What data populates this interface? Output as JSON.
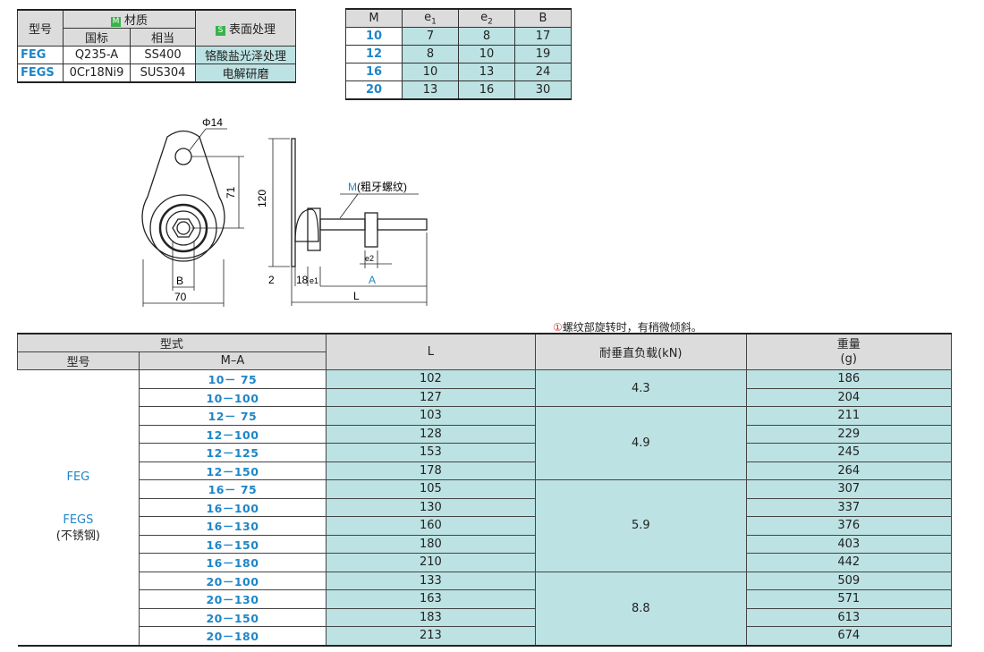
{
  "material_table": {
    "header_model": "型号",
    "header_material_badge": "M",
    "header_material": "材质",
    "header_surface_badge": "S",
    "header_surface": "表面处理",
    "sub_national": "国标",
    "sub_equiv": "相当",
    "rows": [
      {
        "model": "FEG",
        "national": "Q235-A",
        "equiv": "SS400",
        "surface": "铬酸盐光泽处理"
      },
      {
        "model": "FEGS",
        "national": "0Cr18Ni9",
        "equiv": "SUS304",
        "surface": "电解研磨"
      }
    ]
  },
  "dims_table": {
    "headers": {
      "m": "M",
      "e1": "e",
      "e1_sub": "1",
      "e2": "e",
      "e2_sub": "2",
      "b": "B"
    },
    "rows": [
      {
        "m": "10",
        "e1": "7",
        "e2": "8",
        "b": "17"
      },
      {
        "m": "12",
        "e1": "8",
        "e2": "10",
        "b": "19"
      },
      {
        "m": "16",
        "e1": "10",
        "e2": "13",
        "b": "24"
      },
      {
        "m": "20",
        "e1": "13",
        "e2": "16",
        "b": "30"
      }
    ]
  },
  "drawing": {
    "phi": "Φ14",
    "dim_71": "71",
    "dim_120": "120",
    "dim_b": "B",
    "dim_70": "70",
    "thread_label_m": "M",
    "thread_label_rest": "(粗牙螺纹)",
    "dim_2": "2",
    "dim_18": "18",
    "dim_e1": "e1",
    "dim_e2": "e2",
    "dim_a": "A",
    "dim_l": "L"
  },
  "note": {
    "icon": "①",
    "text": "螺纹部旋转时，有稍微倾斜。"
  },
  "main_table": {
    "header_type": "型式",
    "header_model": "型号",
    "header_ma": "M–A",
    "header_l": "L",
    "header_load": "耐垂直负载(kN)",
    "header_weight": "重量",
    "header_weight_unit": "(g)",
    "model_feg": "FEG",
    "model_fegs": "FEGS",
    "model_fegs_note": "(不锈钢)",
    "rows": [
      {
        "ma": "10－ 75",
        "l": "102",
        "w": "186"
      },
      {
        "ma": "10－100",
        "l": "127",
        "w": "204"
      },
      {
        "ma": "12－ 75",
        "l": "103",
        "w": "211"
      },
      {
        "ma": "12－100",
        "l": "128",
        "w": "229"
      },
      {
        "ma": "12－125",
        "l": "153",
        "w": "245"
      },
      {
        "ma": "12－150",
        "l": "178",
        "w": "264"
      },
      {
        "ma": "16－ 75",
        "l": "105",
        "w": "307"
      },
      {
        "ma": "16－100",
        "l": "130",
        "w": "337"
      },
      {
        "ma": "16－130",
        "l": "160",
        "w": "376"
      },
      {
        "ma": "16－150",
        "l": "180",
        "w": "403"
      },
      {
        "ma": "16－180",
        "l": "210",
        "w": "442"
      },
      {
        "ma": "20－100",
        "l": "133",
        "w": "509"
      },
      {
        "ma": "20－130",
        "l": "163",
        "w": "571"
      },
      {
        "ma": "20－150",
        "l": "183",
        "w": "613"
      },
      {
        "ma": "20－180",
        "l": "213",
        "w": "674"
      }
    ],
    "loads": [
      "4.3",
      "4.9",
      "5.9",
      "8.8"
    ]
  },
  "colors": {
    "accent_blue": "#1f86c8",
    "cell_cyan": "#bde2e3",
    "header_gray": "#dcdcdc",
    "badge_green": "#38b24a"
  }
}
